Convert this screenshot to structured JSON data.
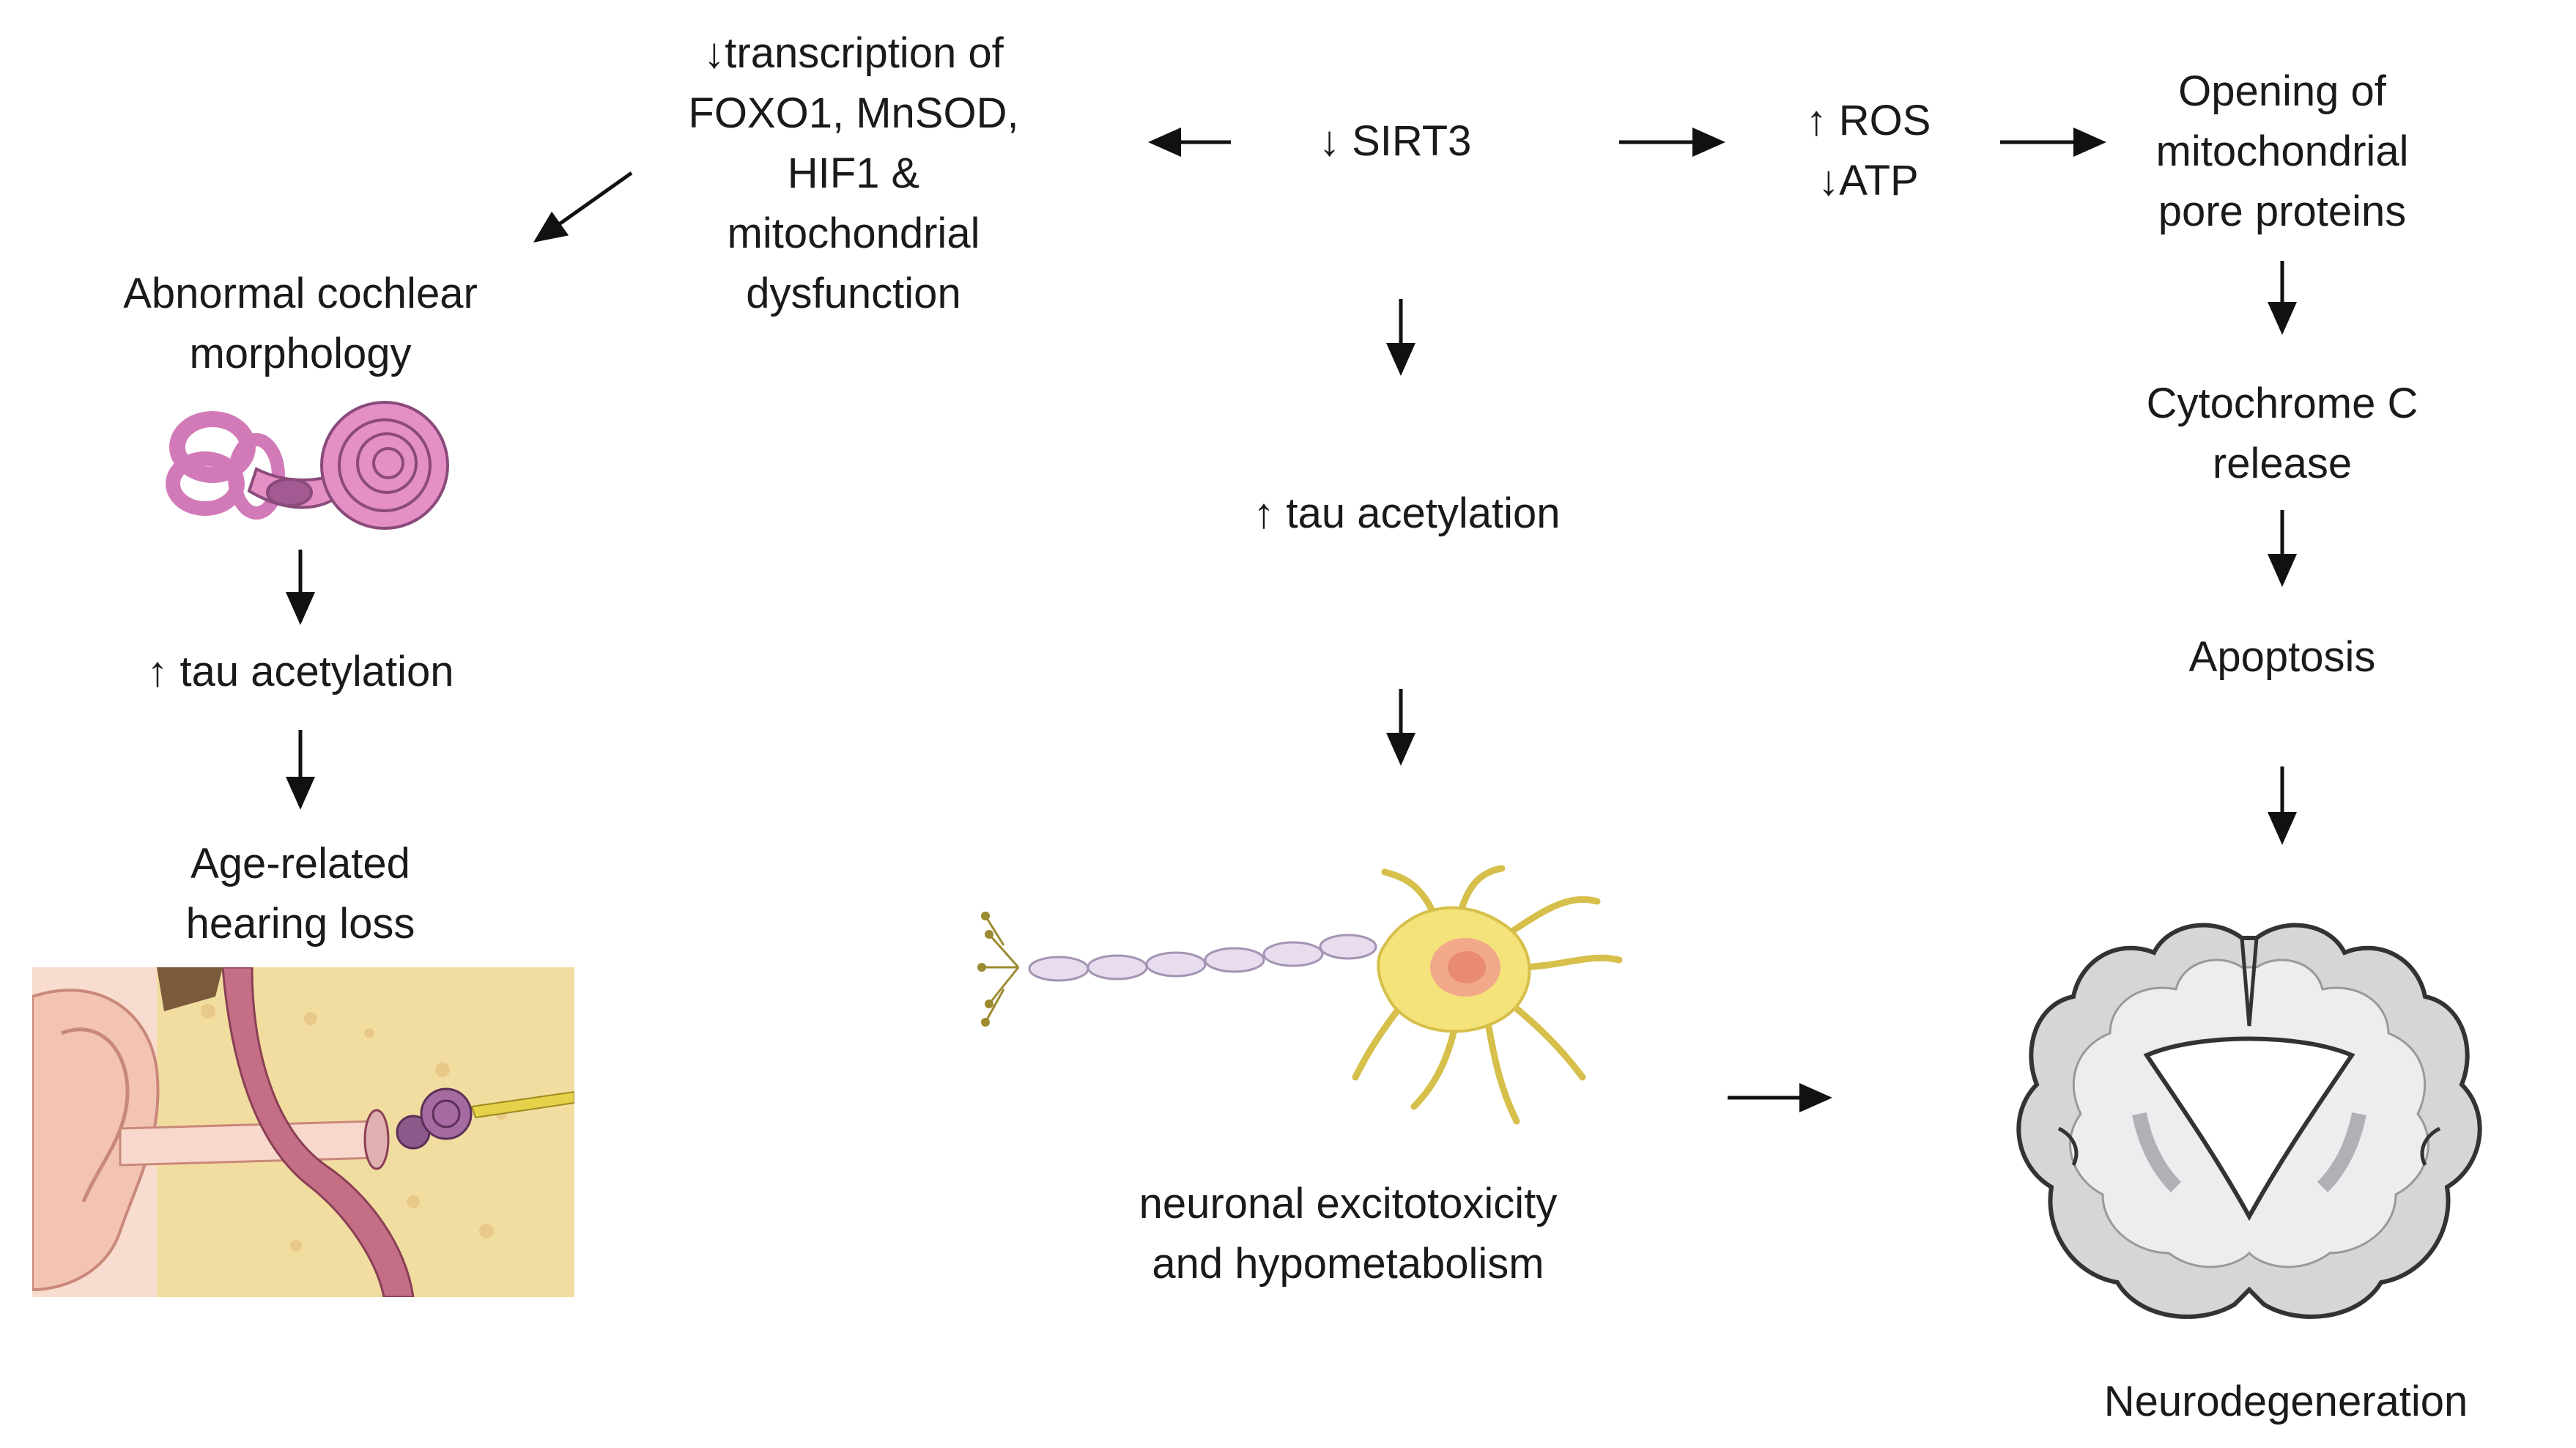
{
  "nodes": {
    "sirt3": "↓ SIRT3",
    "transcription": [
      "↓transcription of",
      "FOXO1, MnSOD,",
      "HIF1 &",
      "mitochondrial",
      "dysfunction"
    ],
    "ros_atp": [
      "↑ ROS",
      "↓ATP"
    ],
    "pore": [
      "Opening of",
      "mitochondrial",
      "pore proteins"
    ],
    "cytochrome": [
      "Cytochrome C",
      "release"
    ],
    "apoptosis": "Apoptosis",
    "neurodegeneration": "Neurodegeneration",
    "tau_center": "↑ tau acetylation",
    "excitotoxicity": [
      "neuronal excitotoxicity",
      "and hypometabolism"
    ],
    "cochlear": [
      "Abnormal cochlear",
      "morphology"
    ],
    "tau_left": "↑ tau acetylation",
    "hearing_loss": [
      "Age-related",
      "hearing loss"
    ]
  },
  "icons": {
    "cochlea": "cochlea-icon",
    "ear": "ear-anatomy-icon",
    "neuron": "neuron-icon",
    "brain": "brain-section-icon"
  },
  "colors": {
    "arrow": "#111111",
    "cochlea": "#e48fc5",
    "neuron_body": "#f4e27a",
    "neuron_axon": "#e8dcef",
    "brain": "#c9c9cc",
    "ear_skin": "#f6d3c4",
    "bone": "#f2dda0"
  }
}
